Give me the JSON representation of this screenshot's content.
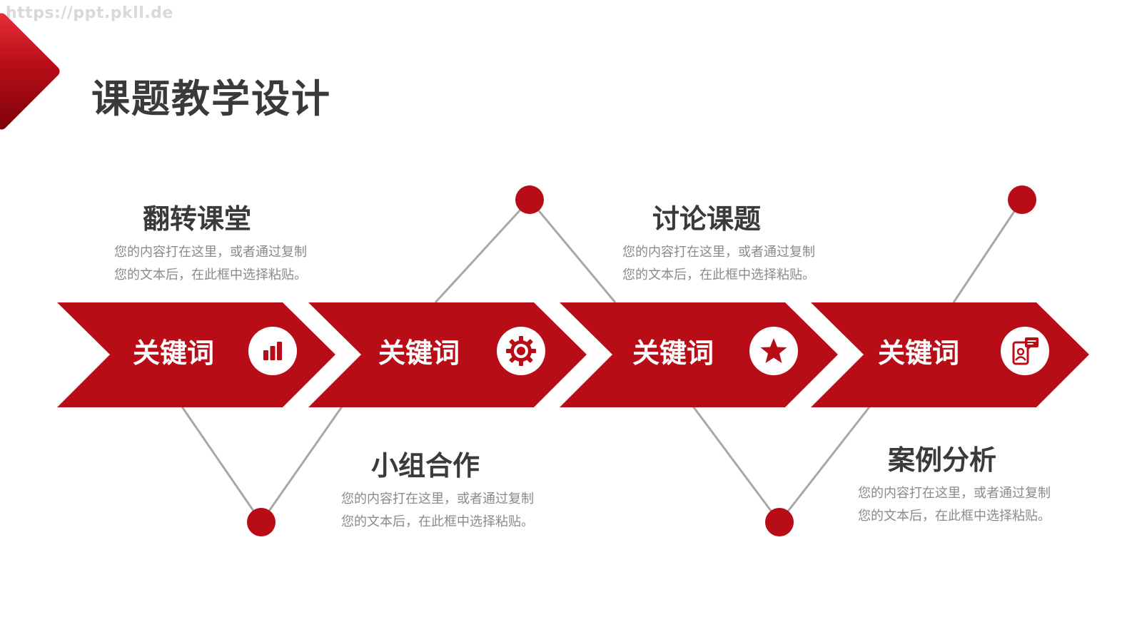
{
  "watermark": "https://ppt.pkll.de",
  "title": "课题教学设计",
  "keyword": "关键词",
  "steps": [
    {
      "heading": "翻转课堂",
      "desc_line1": "您的内容打在这里，或者通过复制",
      "desc_line2": "您的文本后，在此框中选择粘贴。",
      "icon": "bar-chart-icon"
    },
    {
      "heading": "小组合作",
      "desc_line1": "您的内容打在这里，或者通过复制",
      "desc_line2": "您的文本后，在此框中选择粘贴。",
      "icon": "gear-icon"
    },
    {
      "heading": "讨论课题",
      "desc_line1": "您的内容打在这里，或者通过复制",
      "desc_line2": "您的文本后，在此框中选择粘贴。",
      "icon": "star-icon"
    },
    {
      "heading": "案例分析",
      "desc_line1": "您的内容打在这里，或者通过复制",
      "desc_line2": "您的文本后，在此框中选择粘贴。",
      "icon": "profile-chat-icon"
    }
  ],
  "colors": {
    "primary": "#b80d17",
    "line": "#a8a8a8",
    "heading": "#3a3a3a",
    "body": "#8a8a8a"
  }
}
